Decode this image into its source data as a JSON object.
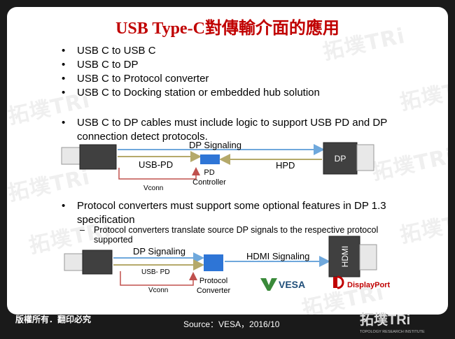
{
  "title": "USB Type-C對傳輸介面的應用",
  "watermark": "拓墣TRi",
  "bullets_top": [
    "USB C to USB C",
    "USB C to DP",
    "USB C to Protocol converter",
    "USB C to Docking station or embedded hub solution"
  ],
  "bullet_cables": {
    "line1": "USB C to DP cables must include logic to support USB PD and DP",
    "line2": "connection detect protocols."
  },
  "diagram1": {
    "dp_signaling": "DP Signaling",
    "usb_pd": "USB-PD",
    "hpd": "HPD",
    "dp": "DP",
    "pd_controller_l1": "PD",
    "pd_controller_l2": "Controller",
    "vconn": "Vconn"
  },
  "bullet_converters": {
    "line1": "Protocol converters must support some optional features in DP 1.3",
    "line2": "specification",
    "sub_line1": "Protocol converters translate source DP signals to the respective protocol",
    "sub_line2": "supported"
  },
  "diagram2": {
    "dp_signaling": "DP Signaling",
    "usb_pd": "USB- PD",
    "hdmi_signaling": "HDMI Signaling",
    "hdmi": "HDMI",
    "converter_l1": "Protocol",
    "converter_l2": "Converter",
    "vconn": "Vconn",
    "vesa": "VESA",
    "displayport": "DisplayPort"
  },
  "footer": {
    "copyright": "版權所有．翻印必究",
    "source": "Source：VESA，2016/10",
    "logo_text": "拓墣TRi",
    "logo_subtext": "TOPOLOGY RESEARCH INSTITUTE"
  },
  "colors": {
    "title": "#c00000",
    "arrow_blue": "#6fa8dc",
    "arrow_olive": "#b5a96a",
    "vconn_red": "#c0504d",
    "box_blue": "#2e75d6",
    "box_dark": "#404040"
  }
}
